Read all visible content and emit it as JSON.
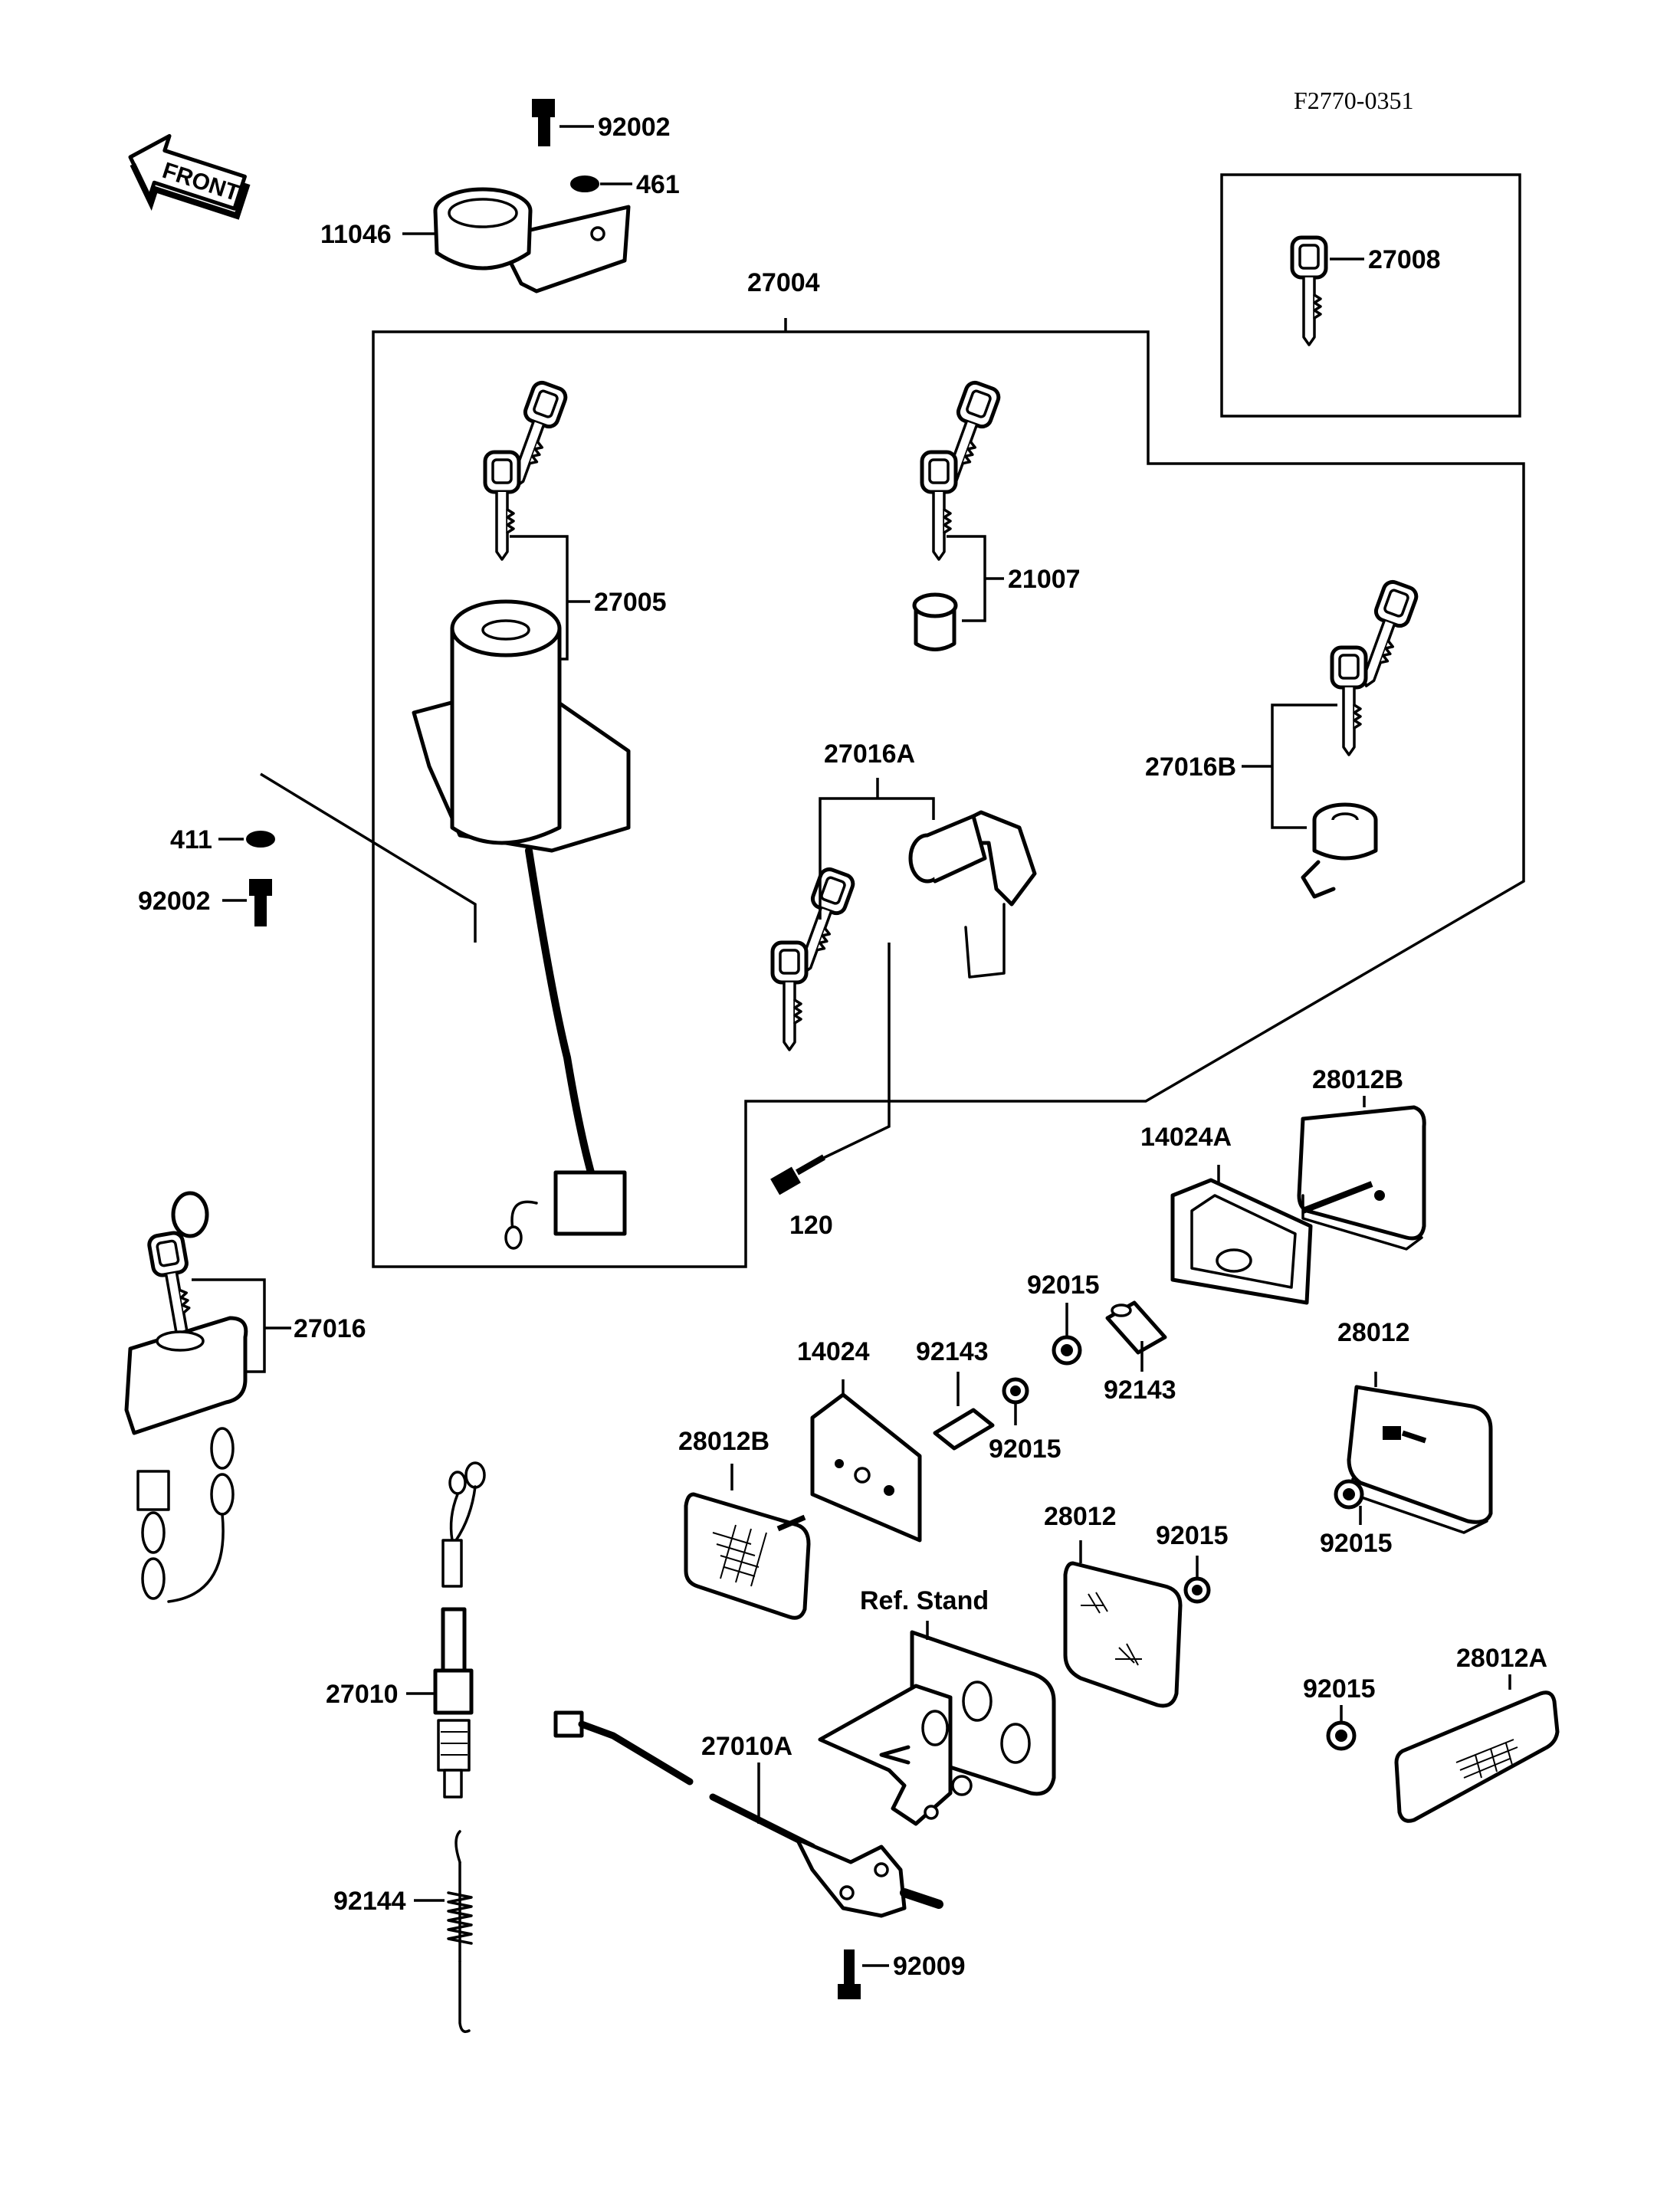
{
  "figure_id": "F2770-0351",
  "direction_arrow": {
    "text": "FRONT"
  },
  "ref_stand": "Ref. Stand",
  "parts": {
    "p92002_top": "92002",
    "p461": "461",
    "p11046": "11046",
    "p27004": "27004",
    "p27008": "27008",
    "p27005": "27005",
    "p21007": "21007",
    "p27016B": "27016B",
    "p27016A": "27016A",
    "p411": "411",
    "p92002_left": "92002",
    "p120": "120",
    "p28012B_top": "28012B",
    "p14024A": "14024A",
    "p27016": "27016",
    "p92015_a": "92015",
    "p14024": "14024",
    "p92143_a": "92143",
    "p92143_b": "92143",
    "p28012_right": "28012",
    "p28012B_left": "28012B",
    "p92015_b": "92015",
    "p28012_mid": "28012",
    "p92015_c": "92015",
    "p92015_d": "92015",
    "p27010": "27010",
    "p27010A": "27010A",
    "p28012A": "28012A",
    "p92015_e": "92015",
    "p92144": "92144",
    "p92009": "92009"
  }
}
